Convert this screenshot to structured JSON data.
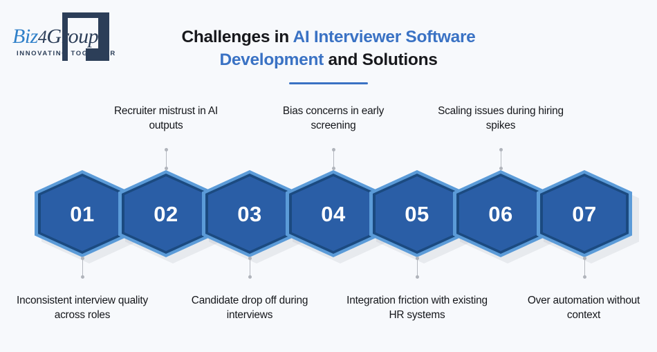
{
  "brand": {
    "name_part1": "Biz",
    "name_part2": "4",
    "name_part3": "Group",
    "tagline": "INNOVATING TOGETHER"
  },
  "header": {
    "title_prefix": "Challenges in ",
    "title_highlight": "AI Interviewer Software Development",
    "title_suffix": " and Solutions",
    "accent_color": "#3a72c4"
  },
  "colors": {
    "background": "#f7f9fc",
    "hex_outer": "#5b9bd8",
    "hex_edge": "#1b4a80",
    "hex_inner": "#2a5ea6",
    "text": "#14161a",
    "connector": "#b4b8bf"
  },
  "steps": [
    {
      "number": "01",
      "label": "Inconsistent interview quality across roles",
      "position": "bottom"
    },
    {
      "number": "02",
      "label": "Recruiter mistrust in AI outputs",
      "position": "top"
    },
    {
      "number": "03",
      "label": "Candidate drop off during interviews",
      "position": "bottom"
    },
    {
      "number": "04",
      "label": "Bias concerns in early screening",
      "position": "top"
    },
    {
      "number": "05",
      "label": "Integration friction with existing HR systems",
      "position": "bottom"
    },
    {
      "number": "06",
      "label": "Scaling issues during hiring spikes",
      "position": "top"
    },
    {
      "number": "07",
      "label": "Over automation without context",
      "position": "bottom"
    }
  ]
}
